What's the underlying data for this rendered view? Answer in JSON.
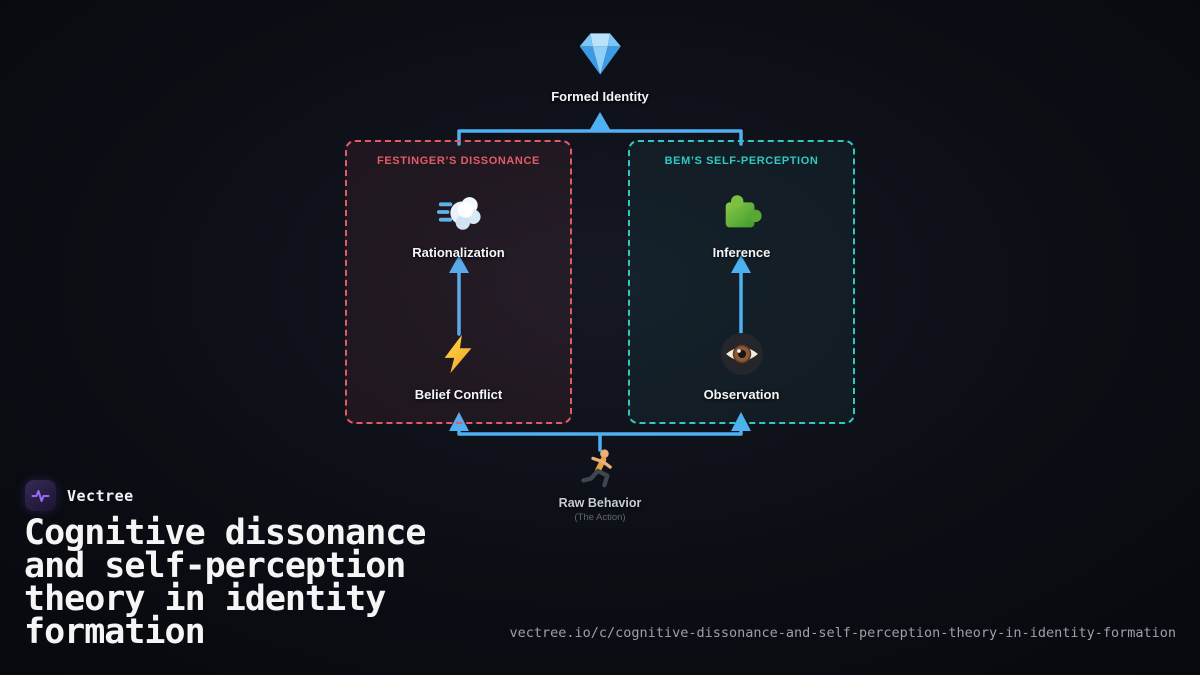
{
  "theme": {
    "bg_center": "#151823",
    "bg_edge": "#07080d",
    "arrow": "#4fb0f4",
    "left_accent": "#e25c66",
    "right_accent": "#2fc9c0",
    "text": "#f4f5f7",
    "muted": "#9aa0aa",
    "sub": "#62666d",
    "brand_accent": "#9a6cf5"
  },
  "diagram": {
    "formed_identity": {
      "label": "Formed Identity",
      "icon": "gem-icon"
    },
    "left_box": {
      "title": "FESTINGER’S DISSONANCE",
      "nodes": [
        {
          "label": "Rationalization",
          "icon": "exhale-cloud-icon"
        },
        {
          "label": "Belief Conflict",
          "icon": "lightning-icon"
        }
      ]
    },
    "right_box": {
      "title": "BEM’S SELF-PERCEPTION",
      "nodes": [
        {
          "label": "Inference",
          "icon": "puzzle-icon"
        },
        {
          "label": "Observation",
          "icon": "eye-icon"
        }
      ]
    },
    "raw_behavior": {
      "label": "Raw Behavior",
      "sublabel": "(The Action)",
      "icon": "runner-icon"
    }
  },
  "footer": {
    "brand": "Vectree",
    "title_lines": [
      "Cognitive dissonance",
      "and self-perception",
      "theory in identity",
      "formation"
    ],
    "url": "vectree.io/c/cognitive-dissonance-and-self-perception-theory-in-identity-formation"
  }
}
